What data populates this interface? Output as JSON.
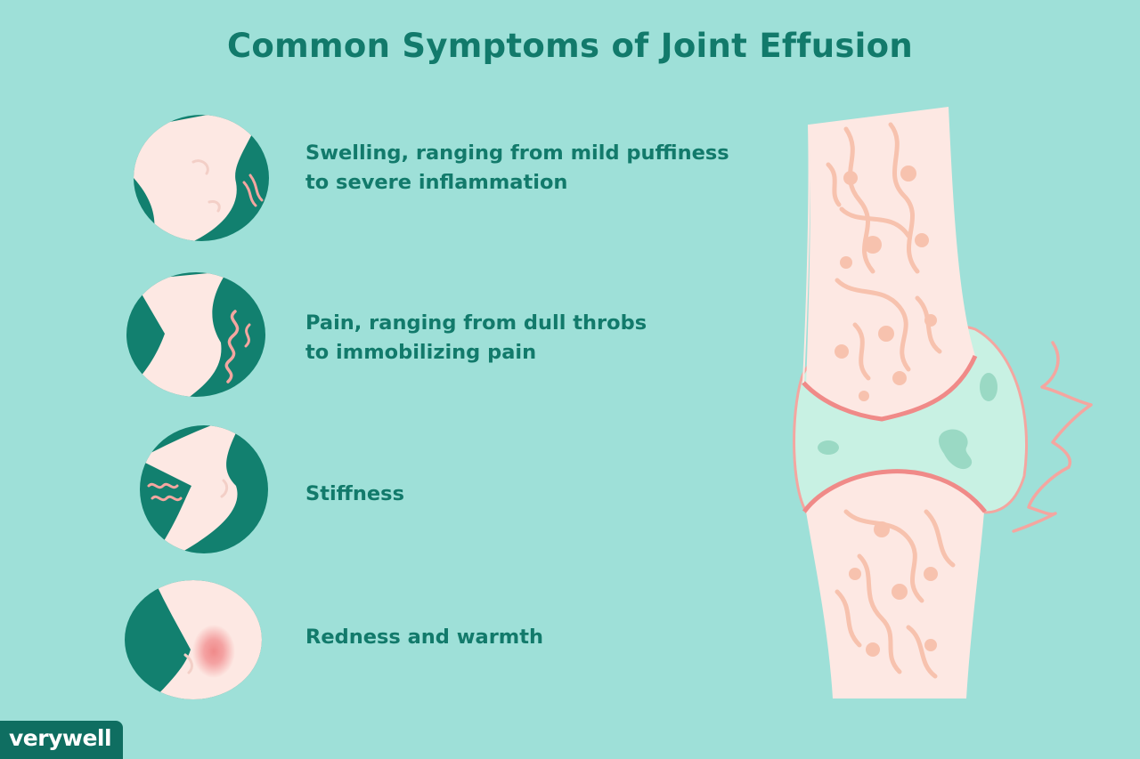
{
  "title": "Common Symptoms of Joint Effusion",
  "symptoms": [
    {
      "icon": "swelling-icon",
      "line1": "Swelling, ranging from mild puffiness",
      "line2": "to severe inflammation"
    },
    {
      "icon": "pain-icon",
      "line1": "Pain, ranging from dull throbs",
      "line2": "to immobilizing pain"
    },
    {
      "icon": "stiffness-icon",
      "line1": "Stiffness",
      "line2": ""
    },
    {
      "icon": "redness-icon",
      "line1": "Redness and warmth",
      "line2": ""
    }
  ],
  "illustration": {
    "icon": "knee-joint-icon"
  },
  "brand": {
    "logo_text": "verywell"
  },
  "colors": {
    "background": "#9ee0d8",
    "teal_dark": "#127a6b",
    "skin": "#fde8e3",
    "bone_pattern": "#f7c2ae",
    "joint_outline": "#f08a88",
    "fluid": "#c8f1e3"
  }
}
